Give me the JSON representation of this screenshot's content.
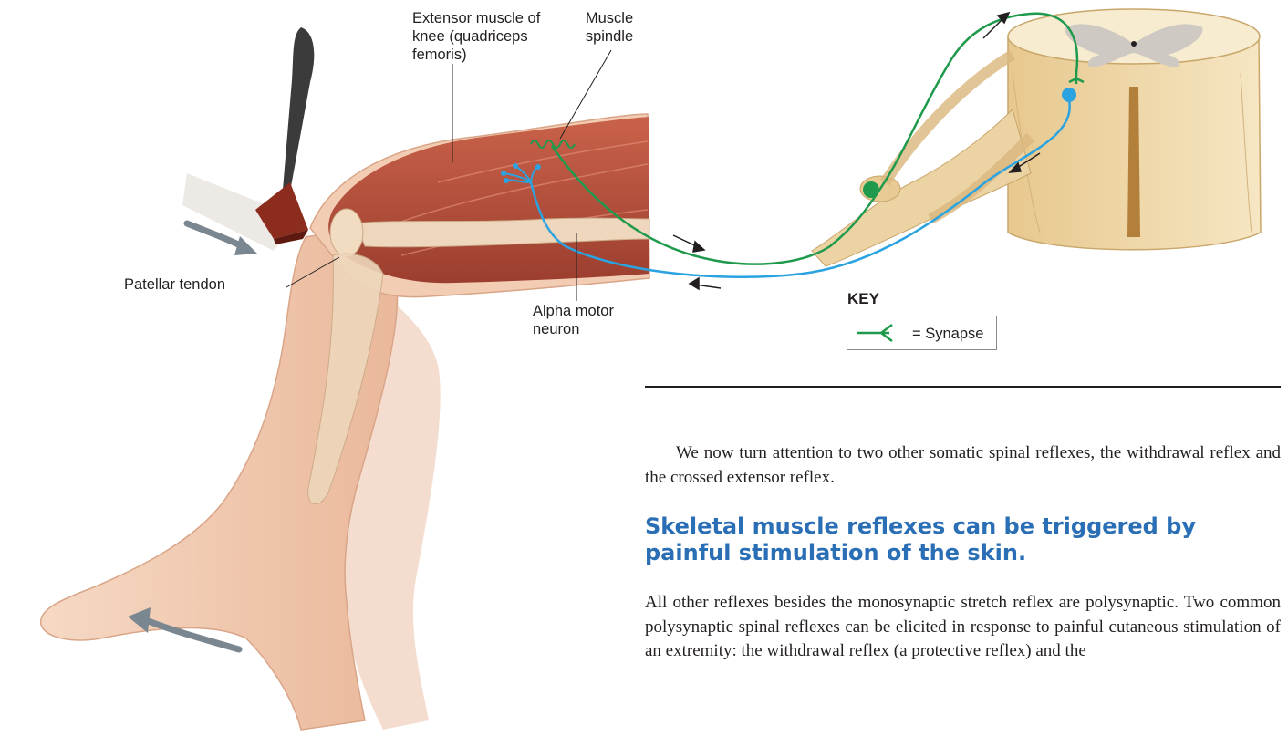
{
  "labels": {
    "extensor": "Extensor muscle of\nknee (quadriceps\nfemoris)",
    "spindle": "Muscle\nspindle",
    "patellar": "Patellar tendon",
    "alpha": "Alpha motor\nneuron"
  },
  "key": {
    "title": "KEY",
    "entry": "= Synapse"
  },
  "text": {
    "intro": "We now turn attention to two other somatic spinal reflexes, the withdrawal reflex and the crossed extensor reflex.",
    "heading": "Skeletal muscle reflexes can be triggered by painful stimulation of the skin.",
    "body": "All other reflexes besides the monosynaptic stretch reflex are polysynaptic. Two common polysynaptic spinal reflexes can be elicited in response to painful cutaneous stimulation of an extremity: the withdrawal reflex (a protective reflex) and the"
  },
  "colors": {
    "sensory_neuron": "#1f9a4c",
    "motor_neuron": "#2aa3e0",
    "heading": "#2a6fb5",
    "muscle": "#b5503d",
    "skin": "#f3cdb3",
    "cord": "#efd8a8"
  }
}
